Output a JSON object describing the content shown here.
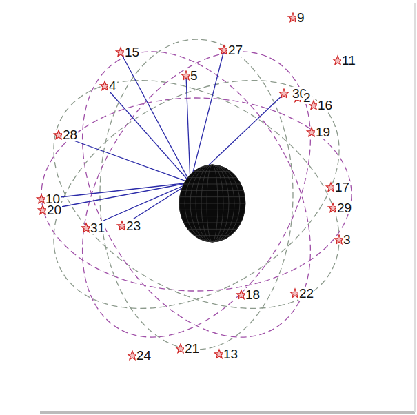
{
  "diagram": {
    "labels": [
      "9",
      "11",
      "15",
      "27",
      "4",
      "5",
      "30",
      "2",
      "16",
      "19",
      "28",
      "17",
      "10",
      "20",
      "29",
      "31",
      "23",
      "3",
      "18",
      "22",
      "24",
      "21",
      "13"
    ]
  }
}
